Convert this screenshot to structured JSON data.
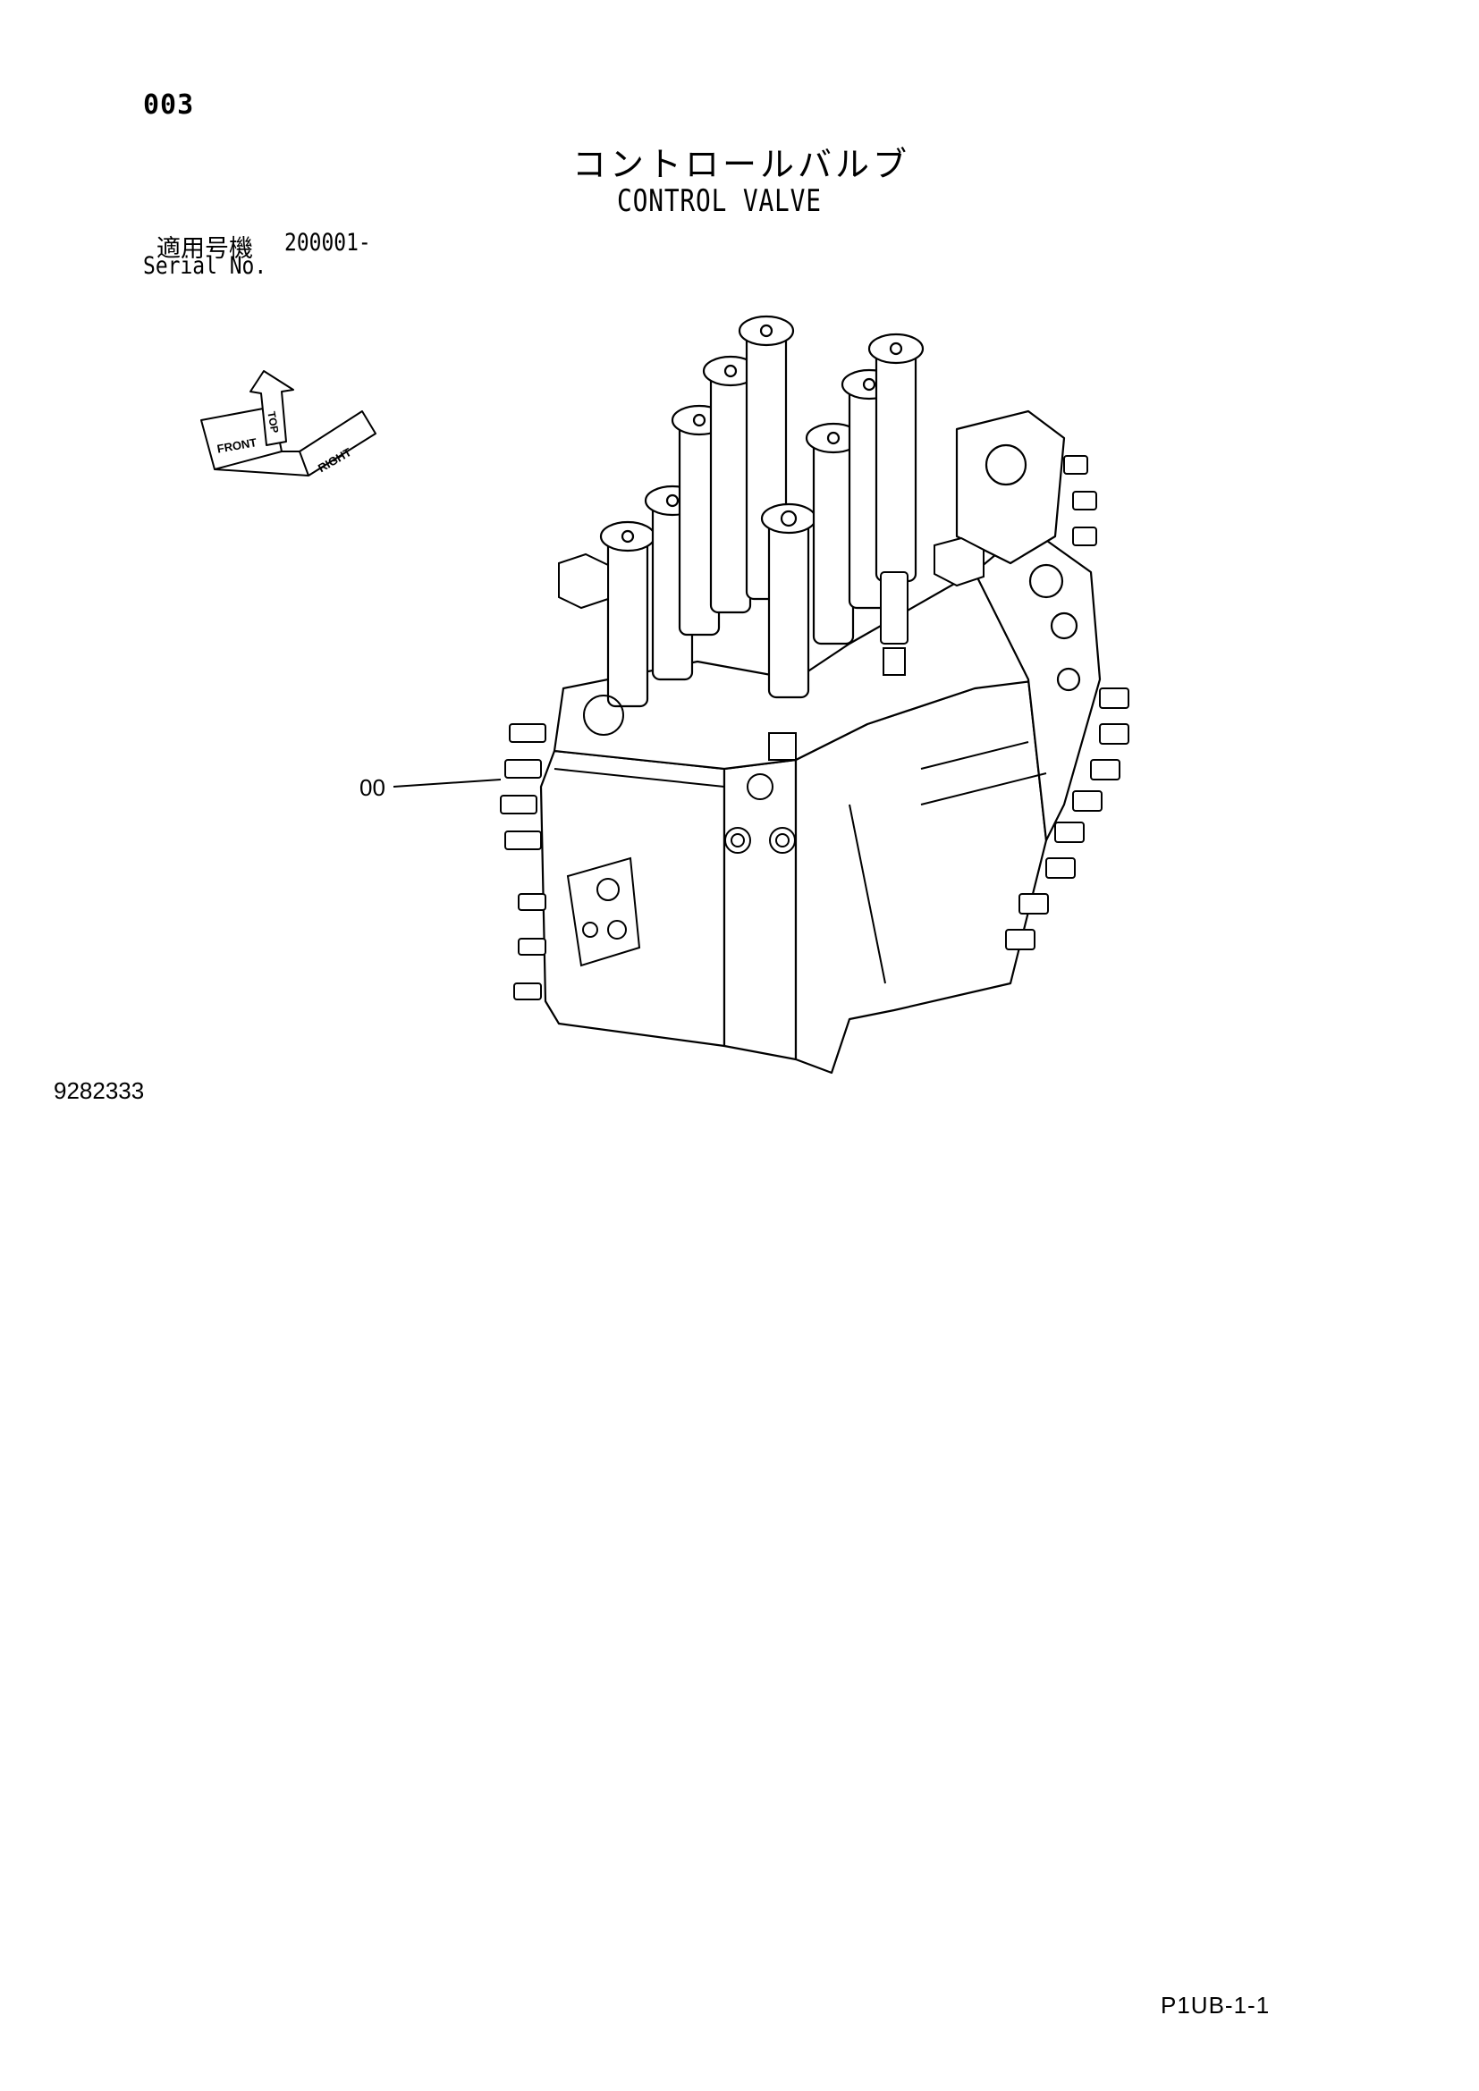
{
  "header": {
    "page_number": "003",
    "title_jp": "コントロールバルブ",
    "title_en": "CONTROL VALVE"
  },
  "serial": {
    "label_jp": "適用号機",
    "range": "200001-",
    "label_en": "Serial No."
  },
  "orientation_indicator": {
    "top": "TOP",
    "front": "FRONT",
    "right": "RIGHT"
  },
  "callout": {
    "label": "00"
  },
  "footer": {
    "drawing_number": "9282333",
    "sheet_code": "P1UB-1-1"
  }
}
